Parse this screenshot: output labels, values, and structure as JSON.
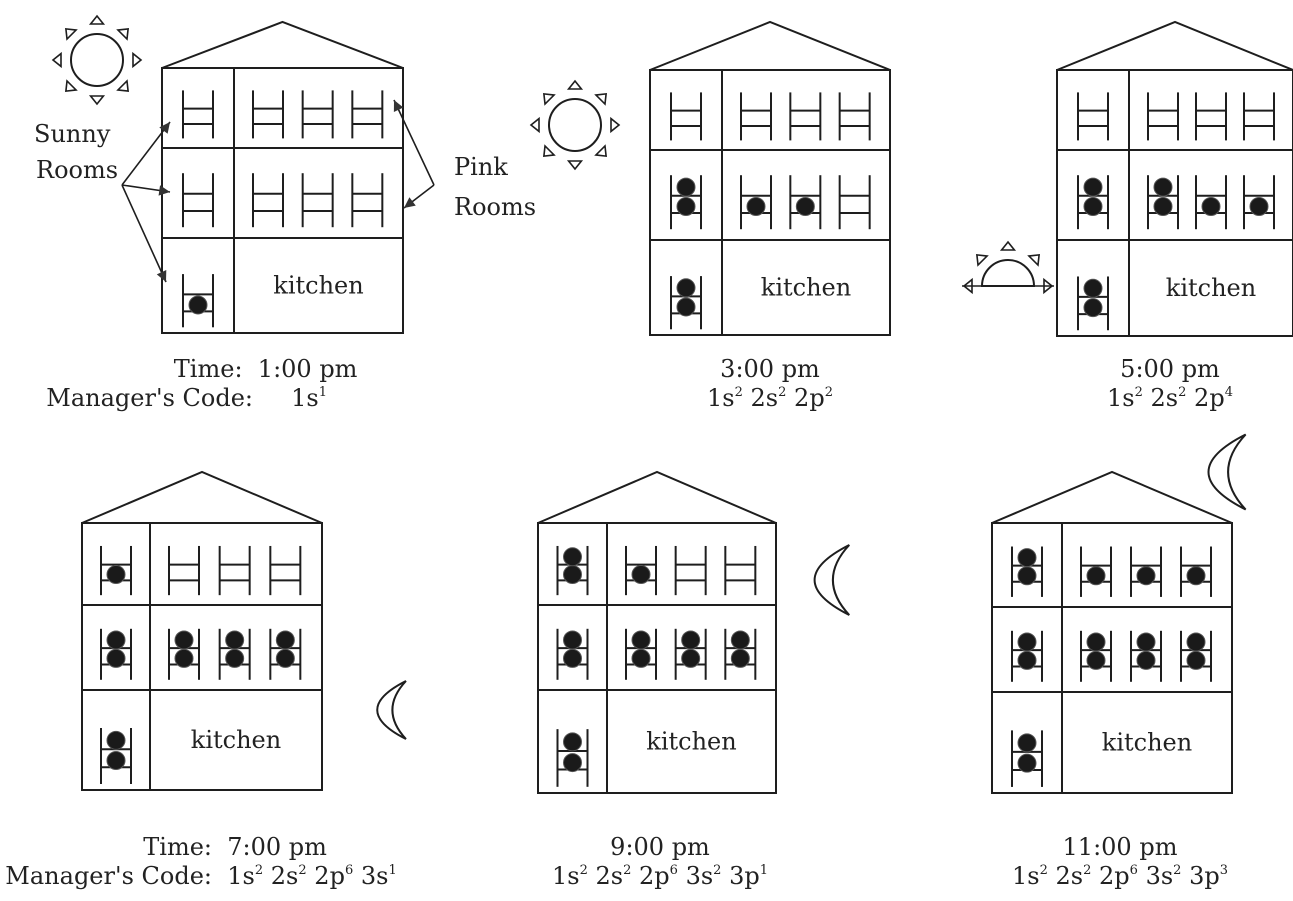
{
  "labels": {
    "time": "Time:",
    "code": "Manager's Code:",
    "kitchen": "kitchen",
    "sunny_1": "Sunny",
    "sunny_2": "Rooms",
    "pink_1": "Pink",
    "pink_2": "Rooms"
  },
  "panels": [
    {
      "time": "1:00 pm",
      "code": [
        [
          "1s",
          "1"
        ]
      ],
      "rooms": [
        [
          0,
          0,
          0,
          0
        ],
        [
          0,
          0,
          0,
          0
        ],
        [
          1
        ]
      ],
      "sky": "sun"
    },
    {
      "time": "3:00 pm",
      "code": [
        [
          "1s",
          "2"
        ],
        [
          "2s",
          "2"
        ],
        [
          "2p",
          "2"
        ]
      ],
      "rooms": [
        [
          0,
          0,
          0,
          0
        ],
        [
          2,
          1,
          1,
          0
        ],
        [
          2
        ]
      ],
      "sky": "sun"
    },
    {
      "time": "5:00 pm",
      "code": [
        [
          "1s",
          "2"
        ],
        [
          "2s",
          "2"
        ],
        [
          "2p",
          "4"
        ]
      ],
      "rooms": [
        [
          0,
          0,
          0,
          0
        ],
        [
          2,
          2,
          1,
          1
        ],
        [
          2
        ]
      ],
      "sky": "setting-sun"
    },
    {
      "time": "7:00 pm",
      "code": [
        [
          "1s",
          "2"
        ],
        [
          "2s",
          "2"
        ],
        [
          "2p",
          "6"
        ],
        [
          "3s",
          "1"
        ]
      ],
      "rooms": [
        [
          1,
          0,
          0,
          0
        ],
        [
          2,
          2,
          2,
          2
        ],
        [
          2
        ]
      ],
      "sky": "moon"
    },
    {
      "time": "9:00 pm",
      "code": [
        [
          "1s",
          "2"
        ],
        [
          "2s",
          "2"
        ],
        [
          "2p",
          "6"
        ],
        [
          "3s",
          "2"
        ],
        [
          "3p",
          "1"
        ]
      ],
      "rooms": [
        [
          2,
          1,
          0,
          0
        ],
        [
          2,
          2,
          2,
          2
        ],
        [
          2
        ]
      ],
      "sky": "moon"
    },
    {
      "time": "11:00 pm",
      "code": [
        [
          "1s",
          "2"
        ],
        [
          "2s",
          "2"
        ],
        [
          "2p",
          "6"
        ],
        [
          "3s",
          "2"
        ],
        [
          "3p",
          "3"
        ]
      ],
      "rooms": [
        [
          2,
          1,
          1,
          1
        ],
        [
          2,
          2,
          2,
          2
        ],
        [
          2
        ]
      ],
      "sky": "moon"
    }
  ]
}
